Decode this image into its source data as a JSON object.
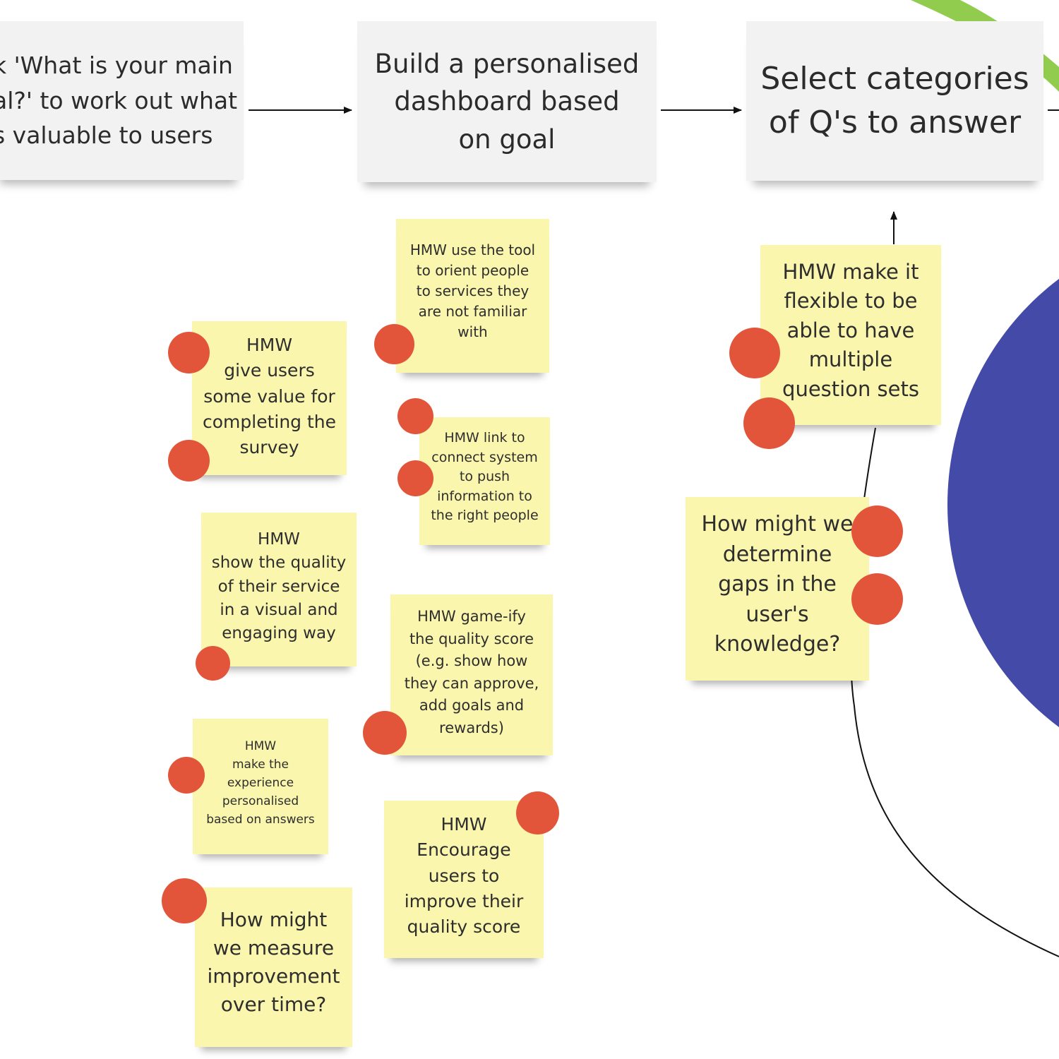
{
  "colors": {
    "card_bg": "#f2f2f3",
    "sticky_bg": "#fbf6ad",
    "vote_dot": "#e2553a",
    "blob": "#434aa8",
    "green_arc": "#92cc4f"
  },
  "cards": {
    "goal_question": "k 'What is your main\nal?' to work out what\ns valuable to users",
    "dashboard": "Build a personalised\ndashboard based\non goal",
    "categories": "Select categories\nof Q's to answer"
  },
  "stickies": {
    "give_value": "HMW\ngive users\nsome value for\ncompleting the\nsurvey",
    "orient_people": "HMW use the tool\nto orient people\nto services they\nare not familiar\nwith",
    "link_system": "HMW link to\nconnect system\nto push\ninformation to\nthe right people",
    "show_quality": "HMW\nshow the quality\nof their service\nin a visual and\nengaging way",
    "gameify": "HMW game-ify\nthe quality score\n(e.g. show how\nthey can approve,\nadd goals and\nrewards)",
    "personalised": "HMW\nmake the\nexperience\npersonalised\nbased on answers",
    "encourage": "HMW\nEncourage\nusers to\nimprove their\nquality score",
    "measure": "How might\nwe measure\nimprovement\nover time?",
    "flexible": "HMW make it\nflexible to be\nable to have\nmultiple\nquestion sets",
    "gaps": "How might we\ndetermine\ngaps in the\nuser's\nknowledge?"
  }
}
